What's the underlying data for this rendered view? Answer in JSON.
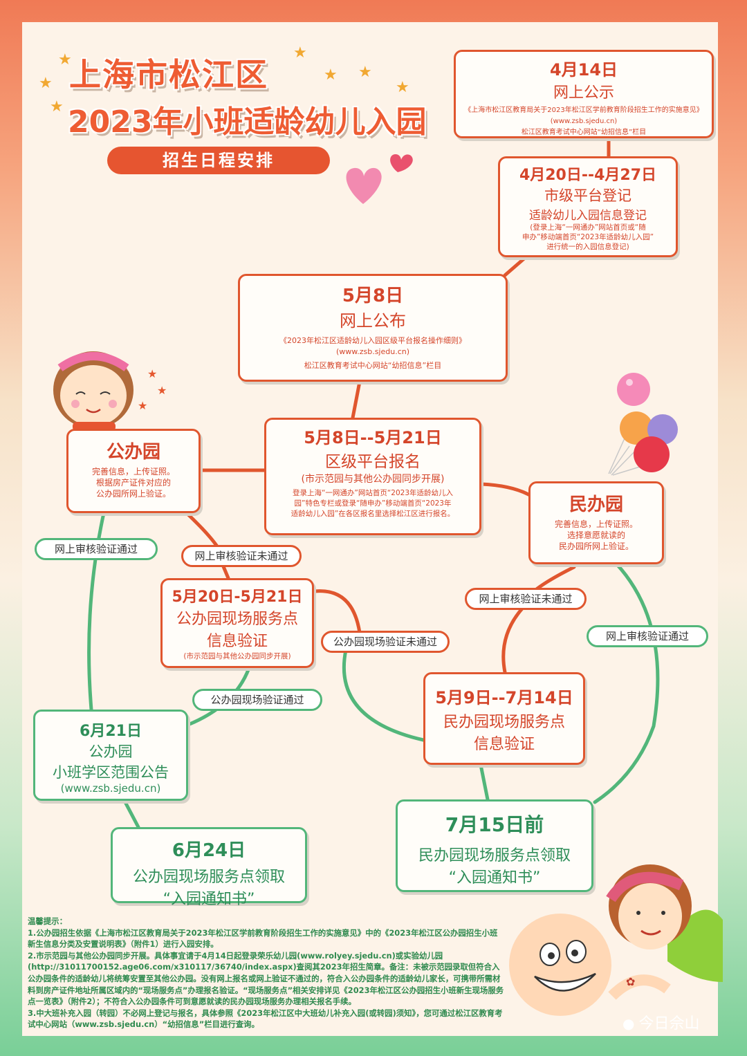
{
  "header": {
    "line1": "上海市松江区",
    "line2": "2023年小班适龄幼儿入园",
    "ribbon": "招生日程安排"
  },
  "boxes": {
    "b1": {
      "date": "4月14日",
      "title": "网上公示",
      "d1": "《上海市松江区教育局关于2023年松江区学前教育阶段招生工作的实施意见》",
      "d2": "(www.zsb.sjedu.cn)",
      "d3": "松江区教育考试中心网站“幼招信息”栏目"
    },
    "b2": {
      "date": "4月20日--4月27日",
      "title": "市级平台登记",
      "sub": "适龄幼儿入园信息登记",
      "d1": "(登录上海“一网通办”网站首页或“随",
      "d2": "申办”移动端首页“2023年适龄幼儿入园”",
      "d3": "进行统一的入园信息登记)"
    },
    "b3": {
      "date": "5月8日",
      "title": "网上公布",
      "d1": "《2023年松江区适龄幼儿入园区级平台报名操作细则》",
      "d2": "(www.zsb.sjedu.cn)",
      "d3": "松江区教育考试中心网站“幼招信息”栏目"
    },
    "b4": {
      "date": "5月8日--5月21日",
      "title": "区级平台报名",
      "sub": "(市示范园与其他公办园同步开展)",
      "d1": "登录上海“一网通办”网站首页“2023年适龄幼儿入",
      "d2": "园”特色专栏或登录“随申办”移动端首页“2023年",
      "d3": "适龄幼儿入园”在各区报名里选择松江区进行报名。"
    },
    "b5": {
      "title": "公办园",
      "d1": "完善信息，上传证照。",
      "d2": "根据房产证件对应的",
      "d3": "公办园所网上验证。"
    },
    "b6": {
      "title": "民办园",
      "d1": "完善信息，上传证照。",
      "d2": "选择意愿就读的",
      "d3": "民办园所网上验证。"
    },
    "b7": {
      "date": "5月20日-5月21日",
      "title": "公办园现场服务点",
      "sub": "信息验证",
      "d1": "(市示范园与其他公办园同步开展)"
    },
    "b8": {
      "date": "5月9日--7月14日",
      "title": "民办园现场服务点",
      "sub": "信息验证"
    },
    "b9": {
      "date": "6月21日",
      "title": "公办园",
      "sub": "小班学区范围公告",
      "d1": "(www.zsb.sjedu.cn)"
    },
    "b10": {
      "date": "6月24日",
      "title": "公办园现场服务点领取",
      "sub": "“入园通知书”"
    },
    "b11": {
      "date": "7月15日前",
      "title": "民办园现场服务点领取",
      "sub": "“入园通知书”"
    }
  },
  "pills": {
    "p1": "网上审核验证通过",
    "p2": "网上审核验证未通过",
    "p3": "网上审核验证未通过",
    "p4": "公办园现场验证未通过",
    "p5": "网上审核验证通过",
    "p6": "公办园现场验证通过"
  },
  "notes": {
    "title": "温馨提示：",
    "n1": "1.公办园招生依据《上海市松江区教育局关于2023年松江区学前教育阶段招生工作的实施意见》中的《2023年松江区公办园招生小班新生信息分类及安置说明表》（附件1）进行入园安排。",
    "n2": "2.市示范园与其他公办园同步开展。具体事宜请于4月14日起登录荣乐幼儿园(www.rolyey.sjedu.cn)或实验幼儿园(http://31011700152.age06.com/x310117/36740/index.aspx)查阅其2023年招生简章。备注：未被示范园录取但符合入公办园条件的适龄幼儿将统筹安置至其他公办园。没有网上报名或网上验证不通过的，符合入公办园条件的适龄幼儿家长，可携带所需材料到房产证件地址所属区域内的“现场服务点”办理报名验证。“现场服务点”相关安排详见《2023年松江区公办园招生小班新生现场服务点一览表》（附件2）；不符合入公办园条件可到意愿就读的民办园现场服务办理相关报名手续。",
    "n3": "3.中大班补充入园（转园）不必网上登记与报名，具体参照《2023年松江区中大班幼儿补充入园(或转园)须知》，您可通过松江区教育考试中心网站（www.zsb.sjedu.cn）“幼招信息”栏目进行查询。"
  },
  "watermark": "今日佘山",
  "colors": {
    "accent": "#e0562e",
    "green": "#52b67a",
    "paper": "#fdf3e8"
  }
}
